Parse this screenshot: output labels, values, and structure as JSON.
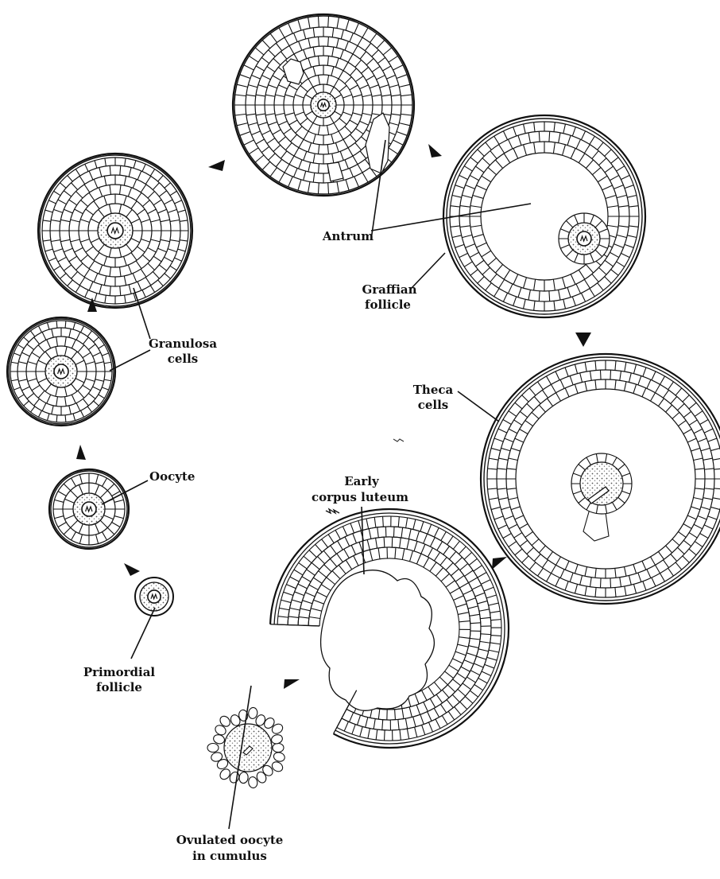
{
  "figure": {
    "labels": {
      "primordial_1": "Primordial",
      "primordial_2": "follicle",
      "oocyte": "Oocyte",
      "granulosa_1": "Granulosa",
      "granulosa_2": "cells",
      "antrum": "Antrum",
      "graffian_1": "Graffian",
      "graffian_2": "follicle",
      "theca_1": "Theca",
      "theca_2": "cells",
      "corpus_1": "Early",
      "corpus_2": "corpus luteum",
      "ovulated_1": "Ovulated oocyte",
      "ovulated_2": "in cumulus"
    },
    "stages": [
      "primordial-follicle",
      "primary-follicle",
      "early-secondary-follicle",
      "secondary-follicle",
      "early-antral-follicle",
      "graffian-follicle",
      "preovulatory-follicle",
      "early-corpus-luteum",
      "ovulated-oocyte"
    ],
    "colors": {
      "ink": "#111111",
      "cytoplasm": "#d8d8d8",
      "paper": "#ffffff"
    }
  }
}
